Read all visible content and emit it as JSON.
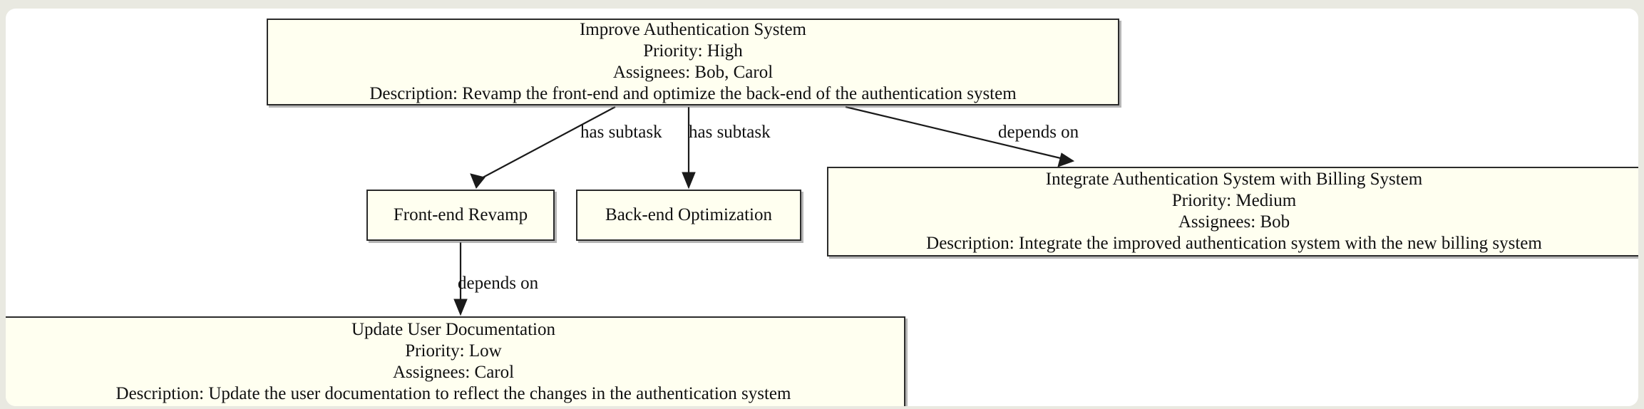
{
  "canvas": {
    "background_color": "#ffffff",
    "page_background_color": "#e9e9e1",
    "node_fill_color": "#fffff0",
    "node_border_color": "#2b2b2b",
    "edge_color": "#1a1a1a"
  },
  "nodes": [
    {
      "id": "improve-auth",
      "title": "Improve Authentication System",
      "priority": "Priority: High",
      "assignees": "Assignees: Bob, Carol",
      "description": "Description: Revamp the front-end and optimize the back-end of the authentication system"
    },
    {
      "id": "frontend-revamp",
      "title": "Front-end Revamp",
      "priority": "",
      "assignees": "",
      "description": ""
    },
    {
      "id": "backend-optimization",
      "title": "Back-end Optimization",
      "priority": "",
      "assignees": "",
      "description": ""
    },
    {
      "id": "integrate-billing",
      "title": "Integrate Authentication System with Billing System",
      "priority": "Priority: Medium",
      "assignees": "Assignees: Bob",
      "description": "Description: Integrate the improved authentication system with the new billing system"
    },
    {
      "id": "update-user-docs",
      "title": "Update User Documentation",
      "priority": "Priority: Low",
      "assignees": "Assignees: Carol",
      "description": "Description: Update the user documentation to reflect the changes in the authentication system"
    }
  ],
  "edges": [
    {
      "id": "e1",
      "from": "improve-auth",
      "to": "frontend-revamp",
      "label": "has subtask"
    },
    {
      "id": "e2",
      "from": "improve-auth",
      "to": "backend-optimization",
      "label": "has subtask"
    },
    {
      "id": "e3",
      "from": "improve-auth",
      "to": "integrate-billing",
      "label": "depends on"
    },
    {
      "id": "e4",
      "from": "frontend-revamp",
      "to": "update-user-docs",
      "label": "depends on"
    }
  ]
}
